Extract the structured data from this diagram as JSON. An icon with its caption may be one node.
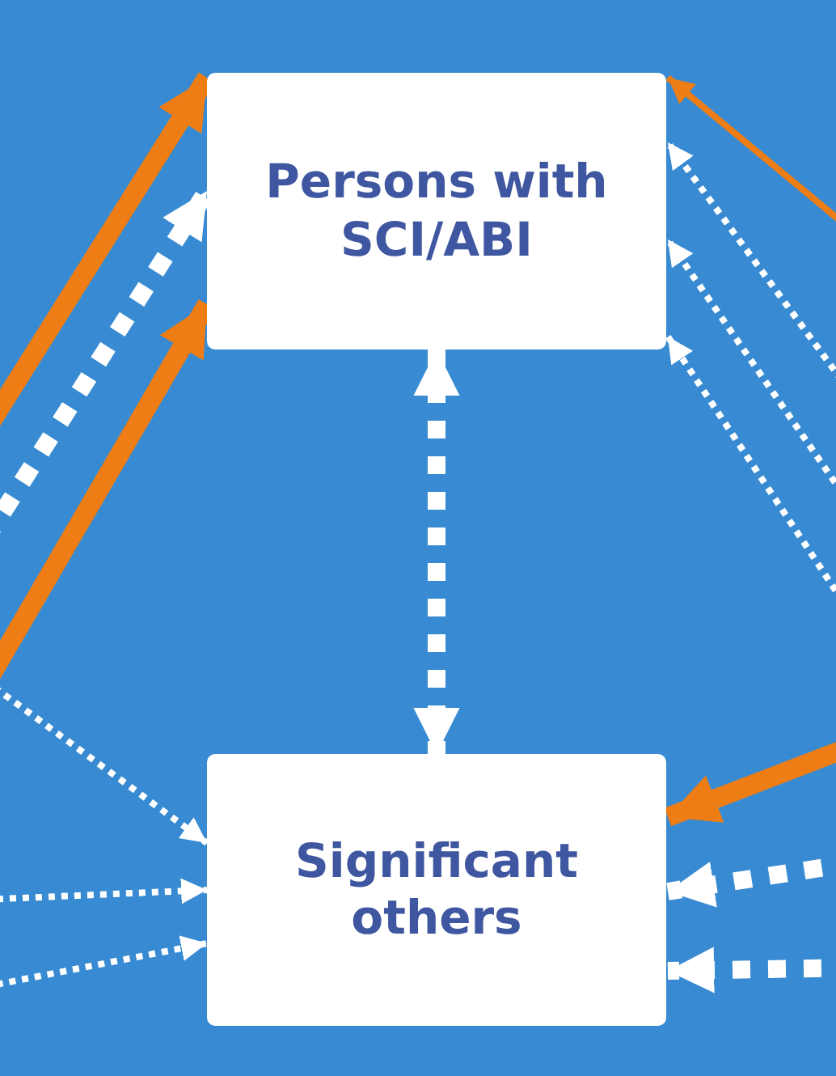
{
  "diagram": {
    "nodes": [
      {
        "text": [
          "Persons with SCI/ABI"
        ]
      },
      {
        "text": [
          "Significant others"
        ]
      }
    ],
    "edges": [
      {
        "from": null,
        "to": 0,
        "arrow": "to",
        "style": "thick",
        "color": "#ed7d14"
      },
      {
        "from": null,
        "to": 0,
        "arrow": "to",
        "style": "dashed"
      },
      {
        "from": null,
        "to": 0,
        "arrow": "to",
        "style": "thick",
        "color": "#ed7d14"
      },
      {
        "from": null,
        "to": 0,
        "arrow": "to",
        "color": "#ed7d14"
      },
      {
        "from": null,
        "to": 0,
        "arrow": "to",
        "style": "dashed"
      },
      {
        "from": null,
        "to": 0,
        "arrow": "to",
        "style": "dashed"
      },
      {
        "from": null,
        "to": 0,
        "arrow": "to",
        "style": "dashed"
      },
      {
        "from": 0,
        "to": 1,
        "arrow": "both",
        "style": "dashed"
      },
      {
        "from": null,
        "to": 1,
        "arrow": "to",
        "style": "dashed"
      },
      {
        "from": null,
        "to": 1,
        "arrow": "to",
        "style": "dashed"
      },
      {
        "from": null,
        "to": 1,
        "arrow": "to",
        "style": "dashed"
      },
      {
        "from": null,
        "to": 1,
        "arrow": "to",
        "style": "thick",
        "color": "#ed7d14"
      },
      {
        "from": null,
        "to": 1,
        "arrow": "to",
        "style": "dashed"
      },
      {
        "from": null,
        "to": 1,
        "arrow": "to",
        "style": "dashed"
      }
    ]
  }
}
